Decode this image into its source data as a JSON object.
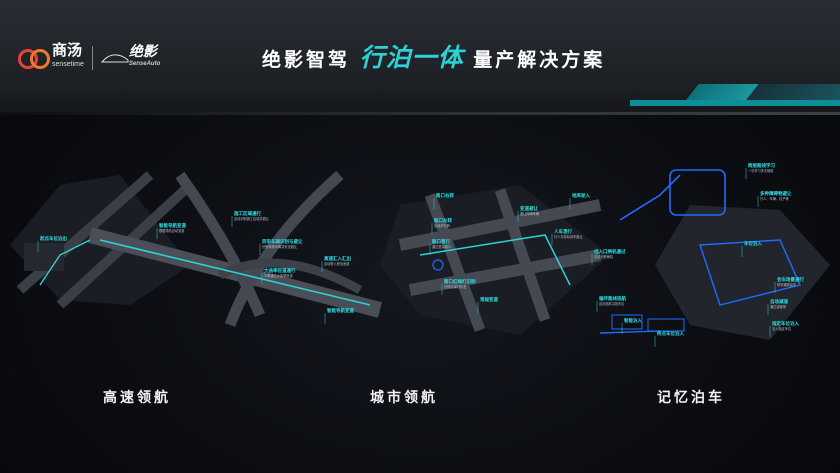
{
  "brand": {
    "logo_text": "商汤",
    "logo_sub": "sensetime",
    "car_logo": "绝影",
    "car_sub": "SenseAuto"
  },
  "title": {
    "part1": "绝影智驾",
    "highlight": "行泊一体",
    "part2": "量产解决方案"
  },
  "sections": [
    {
      "label": "高速领航"
    },
    {
      "label": "城市领航"
    },
    {
      "label": "记忆泊车"
    }
  ],
  "highway_tags": [
    {
      "title": "施工区域通行",
      "sub": "自动识别施工区域并避让"
    },
    {
      "title": "智能导航变道",
      "sub": "根据导航自动变道"
    },
    {
      "title": "起点车位泊出",
      "sub": ""
    },
    {
      "title": "异形车辆识别与避让",
      "sub": "识别特殊车辆并安全避让"
    },
    {
      "title": "大曲率匝道通行",
      "sub": "平顺通过大曲率匝道"
    },
    {
      "title": "高速汇入汇出",
      "sub": "自动驶入驶出匝道"
    },
    {
      "title": "智能导航变道",
      "sub": ""
    }
  ],
  "city_tags": [
    {
      "title": "路口左转",
      "sub": "无保护左转"
    },
    {
      "title": "路口直行",
      "sub": "通过复杂路口"
    },
    {
      "title": "路口红绿灯识别",
      "sub": "识别红绿灯状态"
    },
    {
      "title": "变道避让",
      "sub": "避让障碍车辆"
    },
    {
      "title": "人车混行",
      "sub": "行人与非机动车避让"
    },
    {
      "title": "路口右转",
      "sub": ""
    },
    {
      "title": "常规变道",
      "sub": ""
    }
  ],
  "parking_tags": [
    {
      "title": "地库驶入",
      "sub": ""
    },
    {
      "title": "跨层路线学习",
      "sub": "一次学习多次使用"
    },
    {
      "title": "多种障碍物避让",
      "sub": "行人、车辆、柱子等"
    },
    {
      "title": "出入口闸机通过",
      "sub": "自动识别闸机"
    },
    {
      "title": "循环路线巡航",
      "sub": "自动巡航寻找车位"
    },
    {
      "title": "车位泊入",
      "sub": ""
    },
    {
      "title": "会车场景通行",
      "sub": "狭窄通道会车"
    },
    {
      "title": "自动减速",
      "sub": "通过减速带"
    },
    {
      "title": "终点车位泊入",
      "sub": ""
    },
    {
      "title": "智能泊入",
      "sub": ""
    },
    {
      "title": "指定车位泊入",
      "sub": "泊入指定车位"
    }
  ],
  "colors": {
    "accent": "#2bd3d6",
    "route": "#1e6cff",
    "road": "#2b2e35"
  }
}
